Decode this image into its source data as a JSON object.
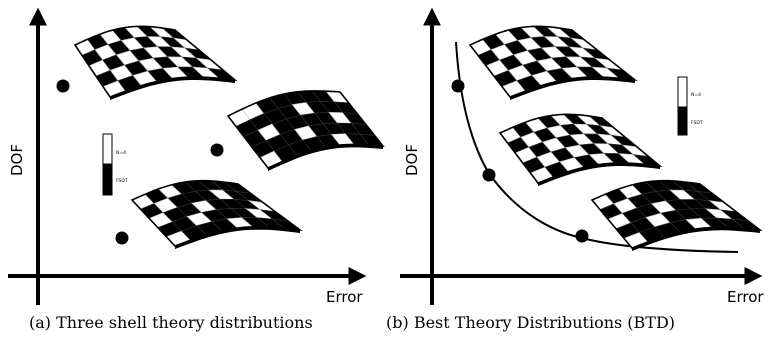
{
  "panels": [
    {
      "caption": "(a) Three shell theory distributions",
      "x_label": "Error",
      "y_label": "DOF",
      "legend": {
        "top_label": "N=4",
        "bottom_label": "FSDT"
      },
      "points": 3,
      "surfaces": 3
    },
    {
      "caption": "(b) Best Theory Distributions (BTD)",
      "x_label": "Error",
      "y_label": "DOF",
      "legend": {
        "top_label": "N=4",
        "bottom_label": "FSDT"
      },
      "points": 3,
      "surfaces": 3,
      "curve": "pareto-front"
    }
  ],
  "colors": {
    "ink": "#000000",
    "paper": "#ffffff",
    "mesh_line": "#bbbbbb"
  }
}
